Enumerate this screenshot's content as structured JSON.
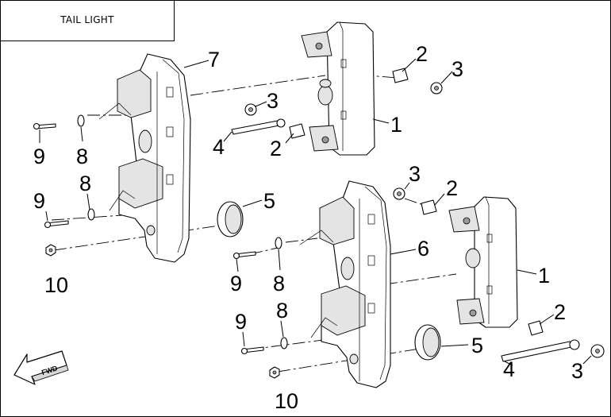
{
  "title": "TAIL LIGHT",
  "fwd_label": "FWD",
  "callouts": [
    {
      "id": "c-7",
      "text": "7"
    },
    {
      "id": "c-2a",
      "text": "2"
    },
    {
      "id": "c-3a",
      "text": "3"
    },
    {
      "id": "c-3b",
      "text": "3"
    },
    {
      "id": "c-1a",
      "text": "1"
    },
    {
      "id": "c-4a",
      "text": "4"
    },
    {
      "id": "c-2b",
      "text": "2"
    },
    {
      "id": "c-9a",
      "text": "9"
    },
    {
      "id": "c-8a",
      "text": "8"
    },
    {
      "id": "c-9b",
      "text": "9"
    },
    {
      "id": "c-8b",
      "text": "8"
    },
    {
      "id": "c-10a",
      "text": "10"
    },
    {
      "id": "c-5a",
      "text": "5"
    },
    {
      "id": "c-3c",
      "text": "3"
    },
    {
      "id": "c-2c",
      "text": "2"
    },
    {
      "id": "c-6",
      "text": "6"
    },
    {
      "id": "c-1b",
      "text": "1"
    },
    {
      "id": "c-9c",
      "text": "9"
    },
    {
      "id": "c-8c",
      "text": "8"
    },
    {
      "id": "c-8d",
      "text": "8"
    },
    {
      "id": "c-9d",
      "text": "9"
    },
    {
      "id": "c-2d",
      "text": "2"
    },
    {
      "id": "c-5b",
      "text": "5"
    },
    {
      "id": "c-4b",
      "text": "4"
    },
    {
      "id": "c-3d",
      "text": "3"
    },
    {
      "id": "c-10b",
      "text": "10"
    }
  ]
}
